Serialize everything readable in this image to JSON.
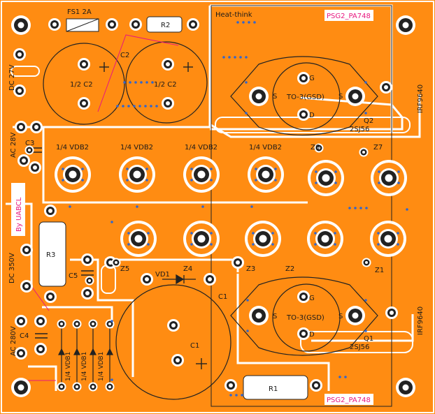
{
  "colors": {
    "board": "#ff8c12",
    "copper_edge": "#ffffff",
    "pad_ring": "#ffffff",
    "pad_hole": "#222222",
    "silk": "#222222",
    "via": "#3366cc",
    "label_pink": "#e8177e",
    "label_bg": "#ffffff"
  },
  "labels": {
    "fs1": "FS1 2A",
    "r2": "R2",
    "c2": "C2",
    "c2_half_a": "1/2 C2",
    "c2_half_b": "1/2 C2",
    "dc27": "DC 27V",
    "ac28": "AC 28V",
    "c3": "C3",
    "vdb_a": "1/4 VDB2",
    "vdb_b": "1/4 VDB2",
    "vdb_c": "1/4 VDB2",
    "vdb_d": "1/4 VDB2",
    "z6": "Z6",
    "z7": "Z7",
    "heatthink": "Heat-think",
    "psg_top": "PSG2_PA748",
    "psg_bottom": "PSG2_PA748",
    "to3_a": "TO-3(GSD)",
    "to3_b": "TO-3(GSD)",
    "pin_g": "G",
    "pin_s": "S",
    "pin_d": "D",
    "q2": "Q2",
    "q2_part": "2SJ56",
    "q1": "Q1",
    "q1_part": "2SJ56",
    "irf_top": "IRF9640",
    "irf_bottom": "IRF9640",
    "by": "By UABCL",
    "r3": "R3",
    "dc350": "DC 350V",
    "c5": "C5",
    "z5": "Z5",
    "vd1": "VD1",
    "z4": "Z4",
    "z3": "Z3",
    "z2": "Z2",
    "z1": "Z1",
    "c1": "C1",
    "c1_inner": "C1",
    "ac280": "AC 280V",
    "c4": "C4",
    "vdb1": "1/4 VDB1",
    "r1": "R1"
  }
}
